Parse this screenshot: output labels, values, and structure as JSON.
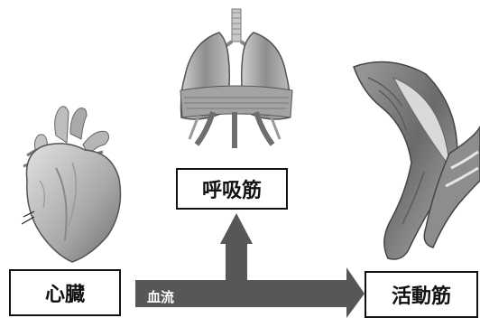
{
  "labels": {
    "heart": "心臓",
    "respiratory_muscle": "呼吸筋",
    "active_muscle": "活動筋",
    "blood_flow": "血流"
  },
  "colors": {
    "arrow": "#575757",
    "box_border": "#111111",
    "illustration_light": "#d8d8d8",
    "illustration_mid": "#9a9a9a",
    "illustration_dark": "#5a5a5a"
  }
}
